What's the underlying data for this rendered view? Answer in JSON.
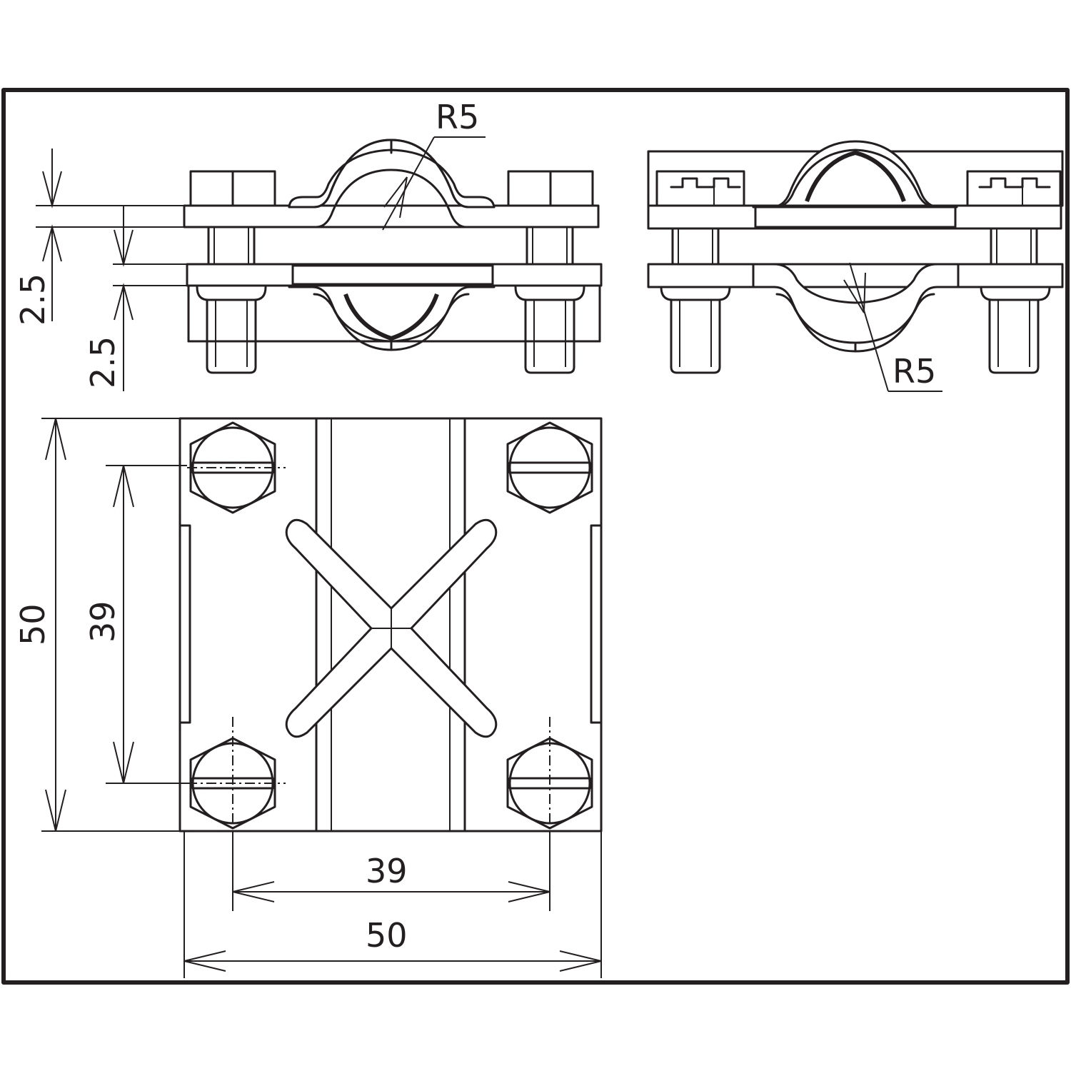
{
  "dimensions": {
    "radius_top": "R5",
    "radius_bottom": "R5",
    "thickness_upper": "2.5",
    "thickness_lower": "2.5",
    "height_total": "50",
    "height_bolt_spacing": "39",
    "width_bolt_spacing": "39",
    "width_total": "50"
  }
}
